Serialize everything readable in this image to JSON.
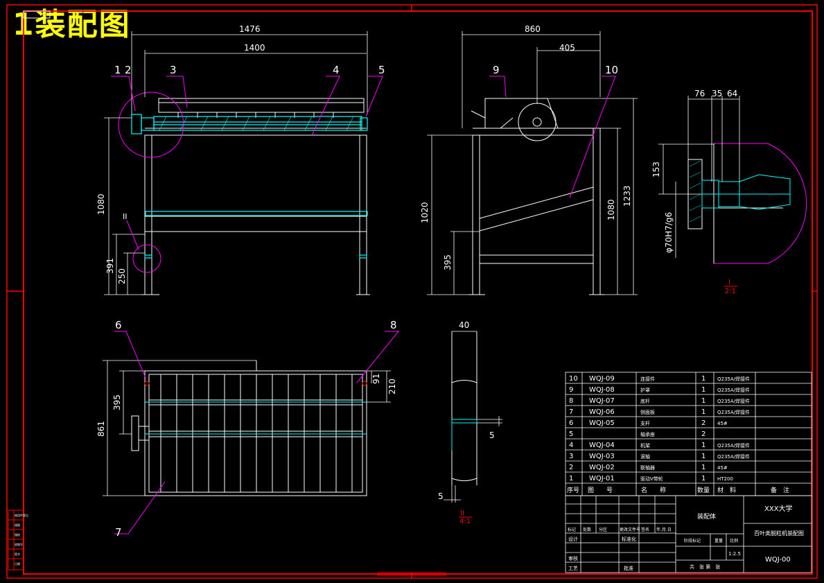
{
  "title": "1装配图",
  "front_view": {
    "dims": {
      "overall_width": "1476",
      "frame_width": "1400",
      "height": "1080",
      "low_rail": "391",
      "foot": "250"
    },
    "balloons": [
      "1",
      "2",
      "3",
      "4",
      "5"
    ],
    "detail_mark": "II"
  },
  "side_view": {
    "dims": {
      "depth": "860",
      "half": "405",
      "height_1020": "1020",
      "height_1080": "1080",
      "height_1233": "1233",
      "low": "395"
    },
    "balloons": [
      "9",
      "10"
    ]
  },
  "detail_i": {
    "dims": {
      "d76": "76",
      "d35": "35",
      "d64": "64",
      "d153": "153",
      "fit": "φ70H7/g6"
    },
    "label_top": "I",
    "label_bottom": "2:1"
  },
  "top_view": {
    "dims": {
      "depth": "861",
      "mid": "395",
      "r210": "210",
      "r91": "91"
    },
    "balloons": [
      "6",
      "7",
      "8"
    ]
  },
  "detail_ii": {
    "dims": {
      "w40": "40",
      "t5": "5",
      "t5b": "5"
    },
    "label_top": "II",
    "label_bottom": "4:1"
  },
  "bom": {
    "rows": [
      {
        "no": "10",
        "code": "WQJ-09",
        "name": "连接件",
        "qty": "1",
        "mat": "Q235A/焊接件"
      },
      {
        "no": "9",
        "code": "WQJ-08",
        "name": "护罩",
        "qty": "1",
        "mat": "Q235A/焊接件"
      },
      {
        "no": "8",
        "code": "WQJ-07",
        "name": "底杆",
        "qty": "1",
        "mat": "Q235A/焊接件"
      },
      {
        "no": "7",
        "code": "WQJ-06",
        "name": "侧面板",
        "qty": "1",
        "mat": "Q235A/焊接件"
      },
      {
        "no": "6",
        "code": "WQJ-05",
        "name": "支杆",
        "qty": "2",
        "mat": "45#"
      },
      {
        "no": "5",
        "code": "",
        "name": "轴承座",
        "qty": "2",
        "mat": ""
      },
      {
        "no": "4",
        "code": "WQJ-04",
        "name": "机架",
        "qty": "1",
        "mat": "Q235A/焊接件"
      },
      {
        "no": "3",
        "code": "WQJ-03",
        "name": "滚轴",
        "qty": "1",
        "mat": "Q235A/焊接件"
      },
      {
        "no": "2",
        "code": "WQJ-02",
        "name": "联轴器",
        "qty": "1",
        "mat": "45#"
      },
      {
        "no": "1",
        "code": "WQJ-01",
        "name": "驱动V带轮",
        "qty": "1",
        "mat": "HT200"
      }
    ],
    "header": {
      "no": "序号",
      "code": "图　　号",
      "name": "名　　称",
      "qty": "数量",
      "mat": "材　料",
      "note": "备　注"
    }
  },
  "title_block": {
    "school": "XXX大学",
    "assembly": "装配体",
    "drawing_name": "百叶类脱粒机装配图",
    "drawing_no": "WQJ-00",
    "scale": "1:2.5",
    "sheet": "共　张 第　张",
    "col_labels": [
      "标记",
      "处数",
      "分区",
      "更改文件号",
      "签名",
      "年.月.日"
    ],
    "rows": [
      "设计",
      "审核",
      "工艺"
    ],
    "sub": [
      "标准化",
      "批准"
    ],
    "stage_labels": [
      "阶段标记",
      "重量",
      "比例"
    ]
  },
  "left_strip": [
    "借用件登记",
    "描图",
    "描校",
    "底图号",
    "签字",
    "日期"
  ],
  "colors": {
    "frame": "#ff0000",
    "geometry": "#ffffff",
    "shaft": "#00ffff",
    "dim": "#ffffff",
    "leader": "#ff00ff",
    "title": "#ffff00"
  }
}
